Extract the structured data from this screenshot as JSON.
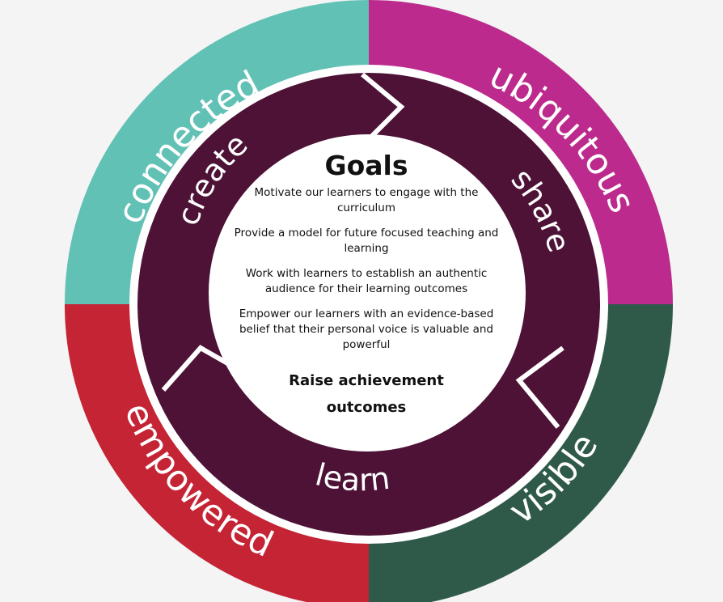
{
  "colors": {
    "connected": "#62c1b5",
    "ubiquitous": "#bb2a8c",
    "visible": "#2f5a4a",
    "empowered": "#c42434",
    "inner_ring": "#4d1236",
    "background": "#f4f4f4"
  },
  "outer_ring": {
    "connected": "connected",
    "ubiquitous": "ubiquitous",
    "visible": "visible",
    "empowered": "empowered"
  },
  "cycle": {
    "create": "create",
    "share": "share",
    "learn": "learn"
  },
  "center": {
    "title": "Goals",
    "goals": [
      "Motivate our learners  to engage with the curriculum",
      "Provide a model for future focused teaching and learning",
      "Work with learners to establish an authentic audience for their learning outcomes",
      "Empower our learners with an evidence-based belief that their personal voice is valuable and powerful"
    ],
    "highlight": "Raise achievement outcomes"
  }
}
